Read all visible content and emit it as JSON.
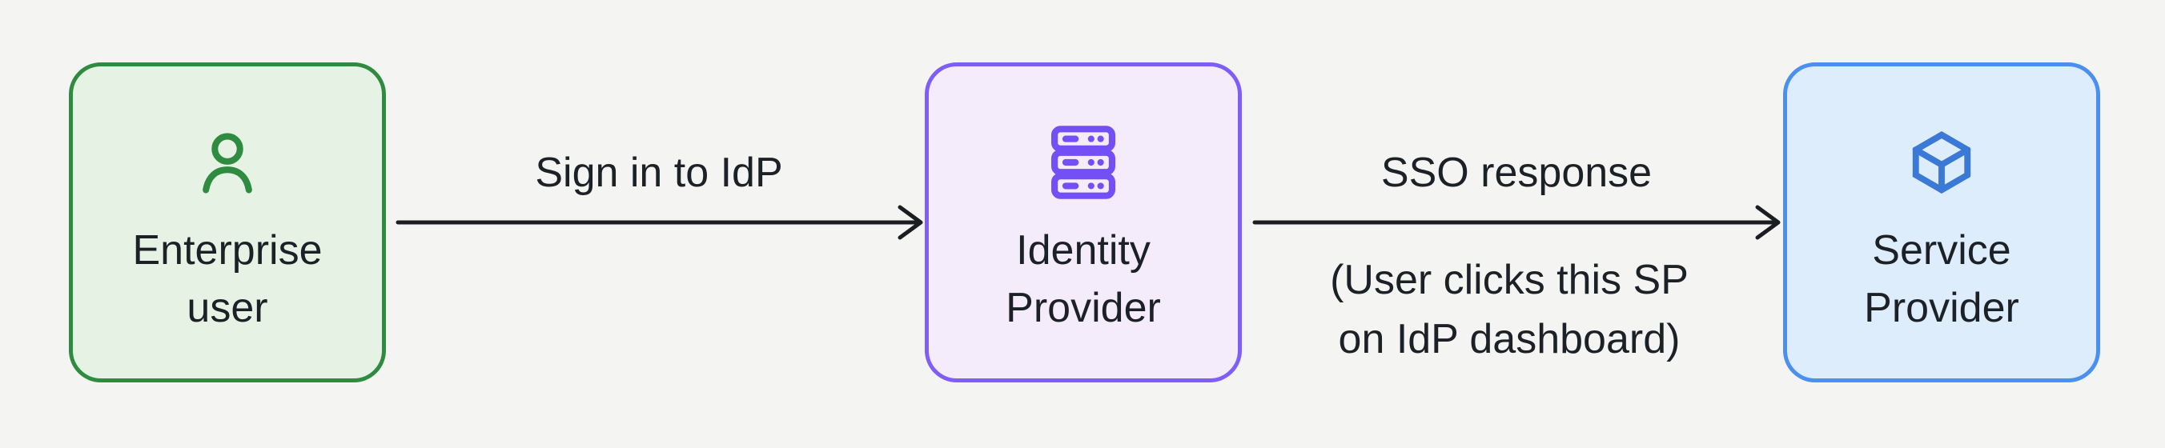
{
  "canvas": {
    "background": "#f4f5f3",
    "text_color": "#1c2127",
    "arrow_color": "#1a1e22"
  },
  "diagram": {
    "nodes": [
      {
        "id": "enterprise-user",
        "label_lines": [
          "Enterprise",
          "user"
        ],
        "icon": "user-icon",
        "border_color": "#2f8b3f",
        "fill_color": "#e6f3e4",
        "icon_color": "#2f8b3f"
      },
      {
        "id": "identity-provider",
        "label_lines": [
          "Identity",
          "Provider"
        ],
        "icon": "server-icon",
        "border_color": "#7e5ef7",
        "fill_color": "#f4ecfb",
        "icon_color": "#744ff5"
      },
      {
        "id": "service-provider",
        "label_lines": [
          "Service",
          "Provider"
        ],
        "icon": "box-icon",
        "border_color": "#4b8ff0",
        "fill_color": "#deedfb",
        "icon_color": "#3b79d6"
      }
    ],
    "edges": [
      {
        "id": "sign-in-to-idp",
        "label": "Sign in to IdP",
        "sublabel_lines": []
      },
      {
        "id": "sso-response",
        "label": "SSO response",
        "sublabel_lines": [
          "(User clicks this SP",
          "on IdP dashboard)"
        ]
      }
    ]
  }
}
